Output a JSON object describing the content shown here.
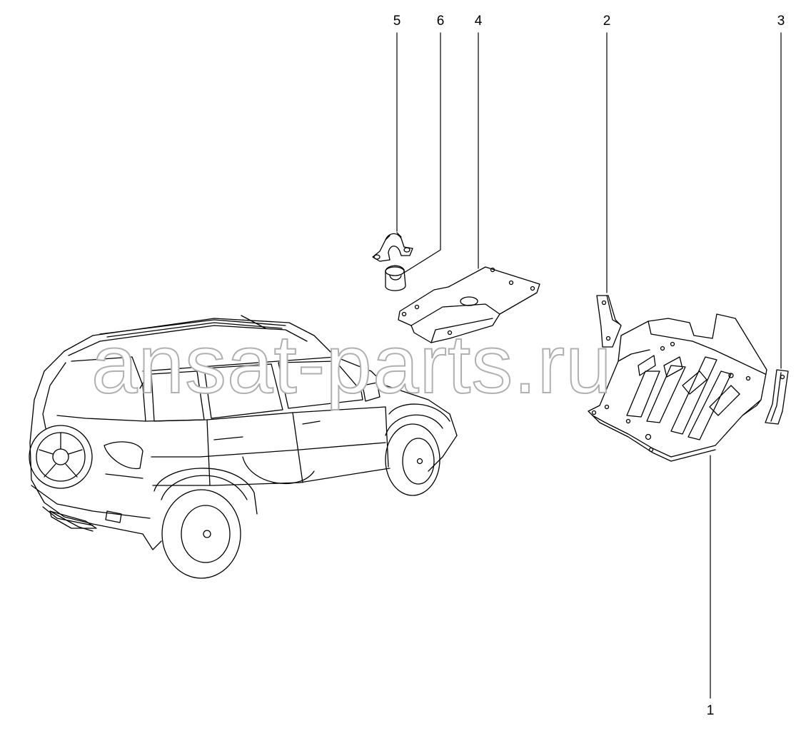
{
  "colors": {
    "line": "#000000",
    "background": "#ffffff",
    "watermark_outline": "#b0b0b0"
  },
  "watermark": "ansat-parts.ru",
  "callouts": [
    {
      "id": "1",
      "label": "1"
    },
    {
      "id": "2",
      "label": "2"
    },
    {
      "id": "3",
      "label": "3"
    },
    {
      "id": "4",
      "label": "4"
    },
    {
      "id": "5",
      "label": "5"
    },
    {
      "id": "6",
      "label": "6"
    }
  ]
}
